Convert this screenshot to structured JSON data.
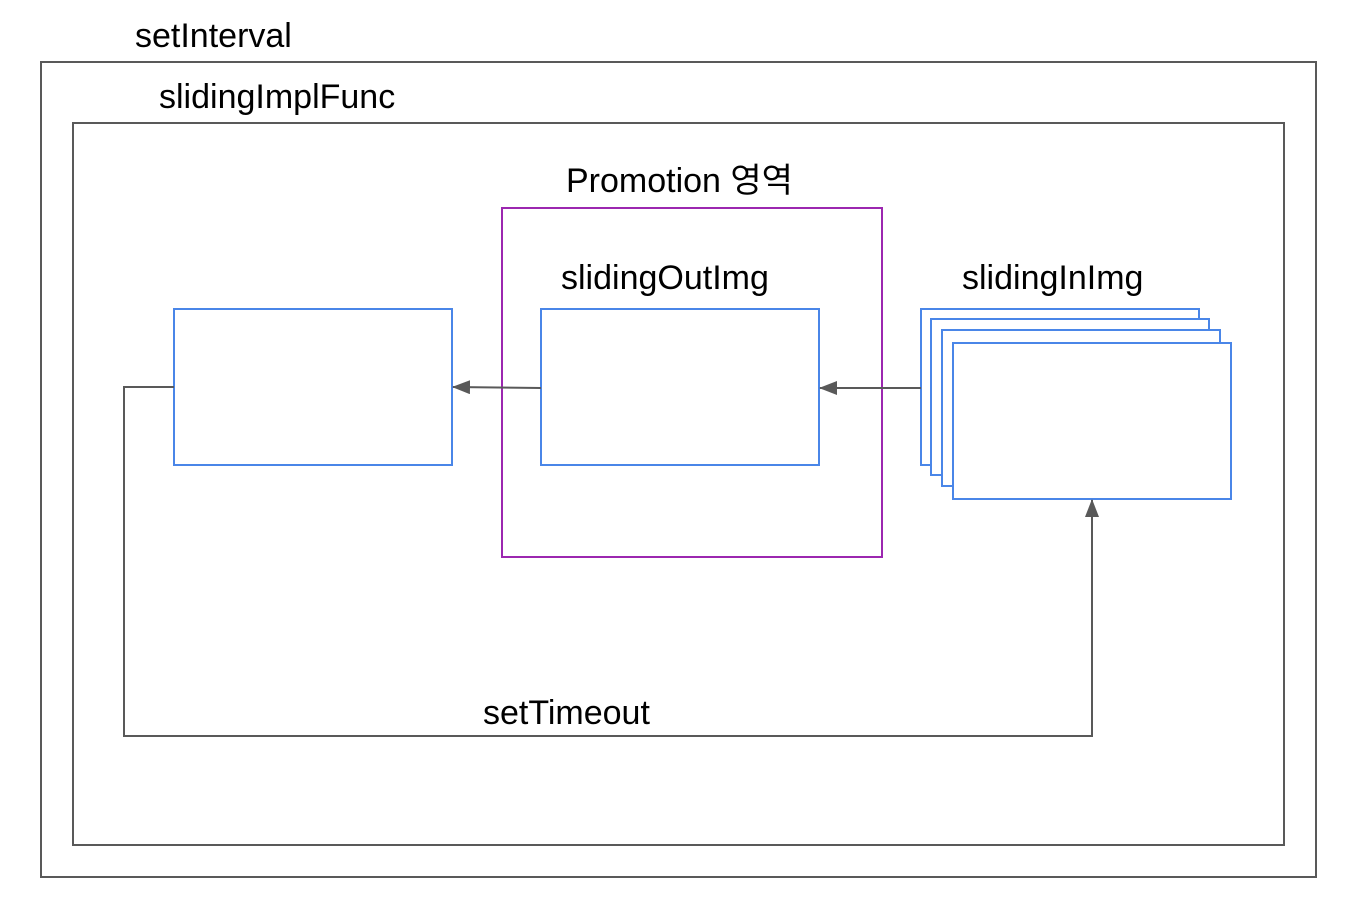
{
  "labels": {
    "outer_container": "setInterval",
    "inner_container": "slidingImplFunc",
    "promotion_area": "Promotion 영역",
    "sliding_out": "slidingOutImg",
    "sliding_in": "slidingInImg",
    "timeout_loop": "setTimeout"
  },
  "colors": {
    "container_stroke": "#595959",
    "promotion_stroke": "#9c27b0",
    "image_box_stroke": "#4a86e8",
    "arrow": "#595959",
    "text": "#000000"
  }
}
